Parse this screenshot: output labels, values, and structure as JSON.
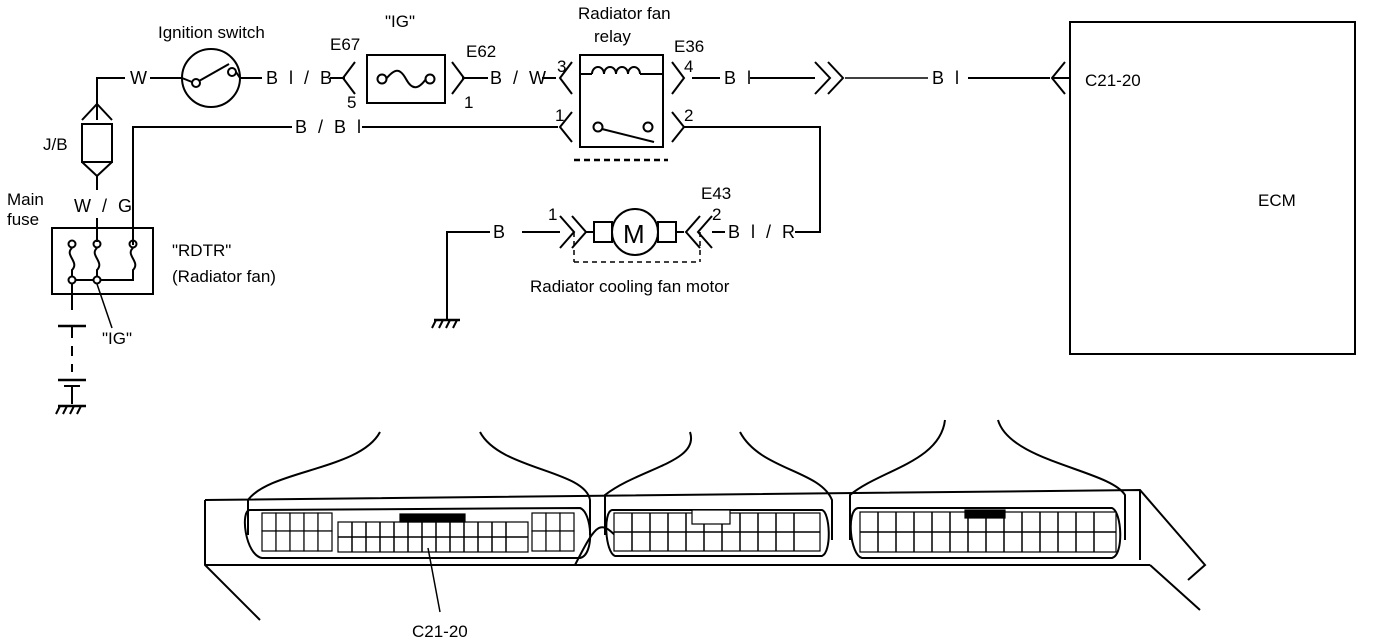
{
  "labels": {
    "ignition_switch": "Ignition switch",
    "ig_fuse_top": "\"IG\"",
    "fan_relay_line1": "Radiator fan",
    "fan_relay_line2": "relay",
    "jb": "J/B",
    "main_fuse_line1": "Main",
    "main_fuse_line2": "fuse",
    "rdtr_line1": "\"RDTR\"",
    "rdtr_line2": "(Radiator fan)",
    "ig_fuse_bottom": "\"IG\"",
    "fan_motor": "Radiator cooling fan motor",
    "motor_symbol": "M",
    "ecm": "ECM",
    "ecm_terminal": "C21-20",
    "connector_callout": "C21-20"
  },
  "connectors": {
    "e67": "E67",
    "e62": "E62",
    "e36": "E36",
    "e43": "E43"
  },
  "pins": {
    "e67_pin": "5",
    "e62_pin": "1",
    "relay_pin3": "3",
    "relay_pin4": "4",
    "relay_pin1": "1",
    "relay_pin2": "2",
    "motor_pin1": "1",
    "motor_pin2": "2"
  },
  "wires": {
    "w": "W",
    "bl_b": "B l / B",
    "b_w": "B / W",
    "bl_relay": "B l",
    "bl_ecm": "B l",
    "b_bl": "B / B l",
    "w_g": "W / G",
    "b_ground": "B",
    "bl_r": "B l / R"
  }
}
